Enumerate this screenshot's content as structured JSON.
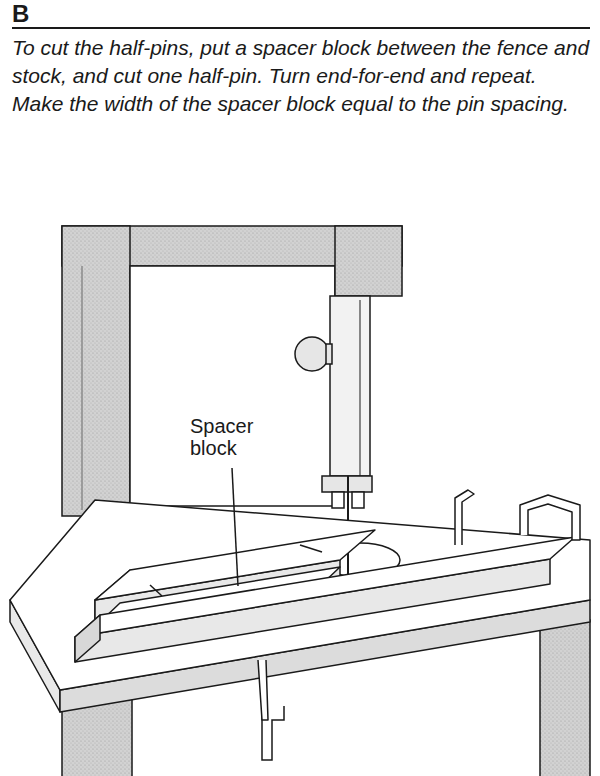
{
  "diagram": {
    "title": "B",
    "caption": "To cut the half-pins, put a spacer block between the fence and stock, and cut one half-pin. Turn end-for-end and repeat. Make the width of the spacer block equal to the pin spacing.",
    "labels": [
      "Spacer block"
    ]
  }
}
